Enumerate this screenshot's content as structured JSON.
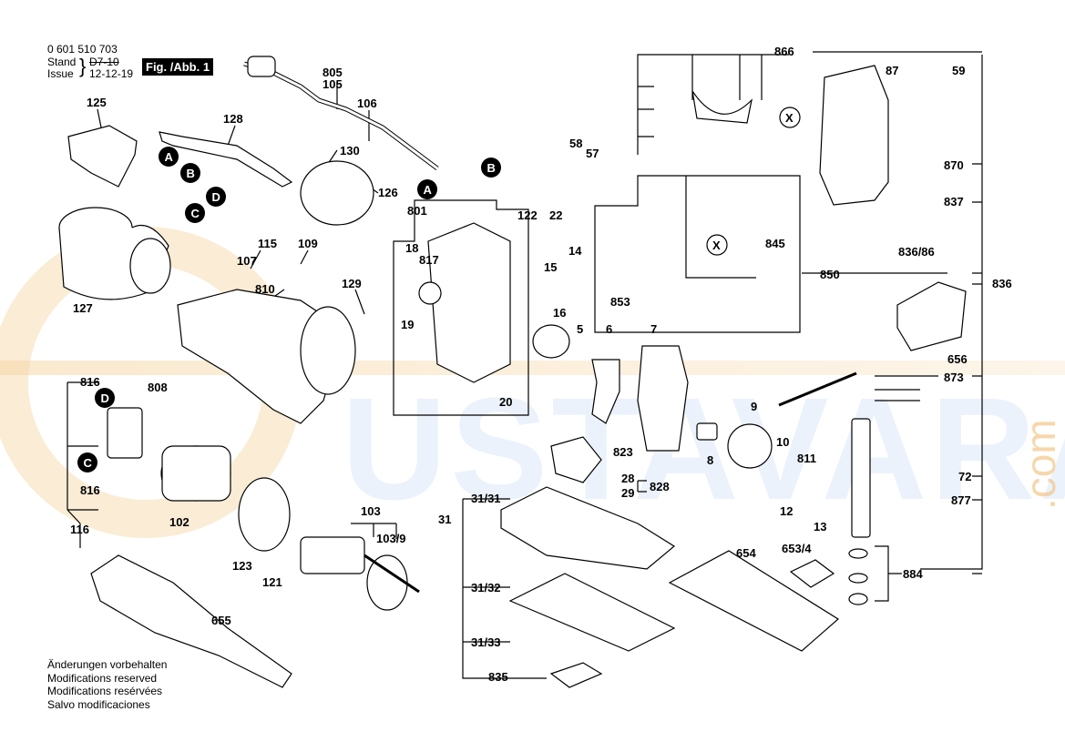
{
  "header": {
    "part_number": "0 601 510 703",
    "stand_label": "Stand",
    "issue_label": "Issue",
    "stand_value": "D7-10",
    "issue_value": "12-12-19",
    "figure": "Fig. /Abb. 1"
  },
  "notes": [
    "Änderungen vorbehalten",
    "Modifications reserved",
    "Modifications resérvées",
    "Salvo modificaciones"
  ],
  "watermark": {
    "letters": "USTAVARA",
    "suffix": ".com",
    "color": "#f3c78a"
  },
  "callouts": [
    "125",
    "128",
    "805",
    "105",
    "106",
    "130",
    "126",
    "127",
    "115",
    "107",
    "109",
    "810",
    "129",
    "808",
    "816",
    "816",
    "116",
    "102",
    "123",
    "121",
    "103",
    "103/9",
    "655",
    "801",
    "18",
    "817",
    "122",
    "22",
    "58",
    "57",
    "14",
    "15",
    "16",
    "5",
    "6",
    "7",
    "19",
    "20",
    "9",
    "8",
    "10",
    "811",
    "12",
    "13",
    "823",
    "28",
    "29",
    "828",
    "31/31",
    "31",
    "31/32",
    "31/33",
    "835",
    "654",
    "653/4",
    "866",
    "87",
    "59",
    "870",
    "837",
    "836/86",
    "845",
    "850",
    "836",
    "853",
    "656",
    "873",
    "72",
    "877",
    "884",
    "X",
    "X"
  ],
  "markers": [
    "A",
    "B",
    "D",
    "C",
    "A",
    "B",
    "D",
    "C"
  ]
}
